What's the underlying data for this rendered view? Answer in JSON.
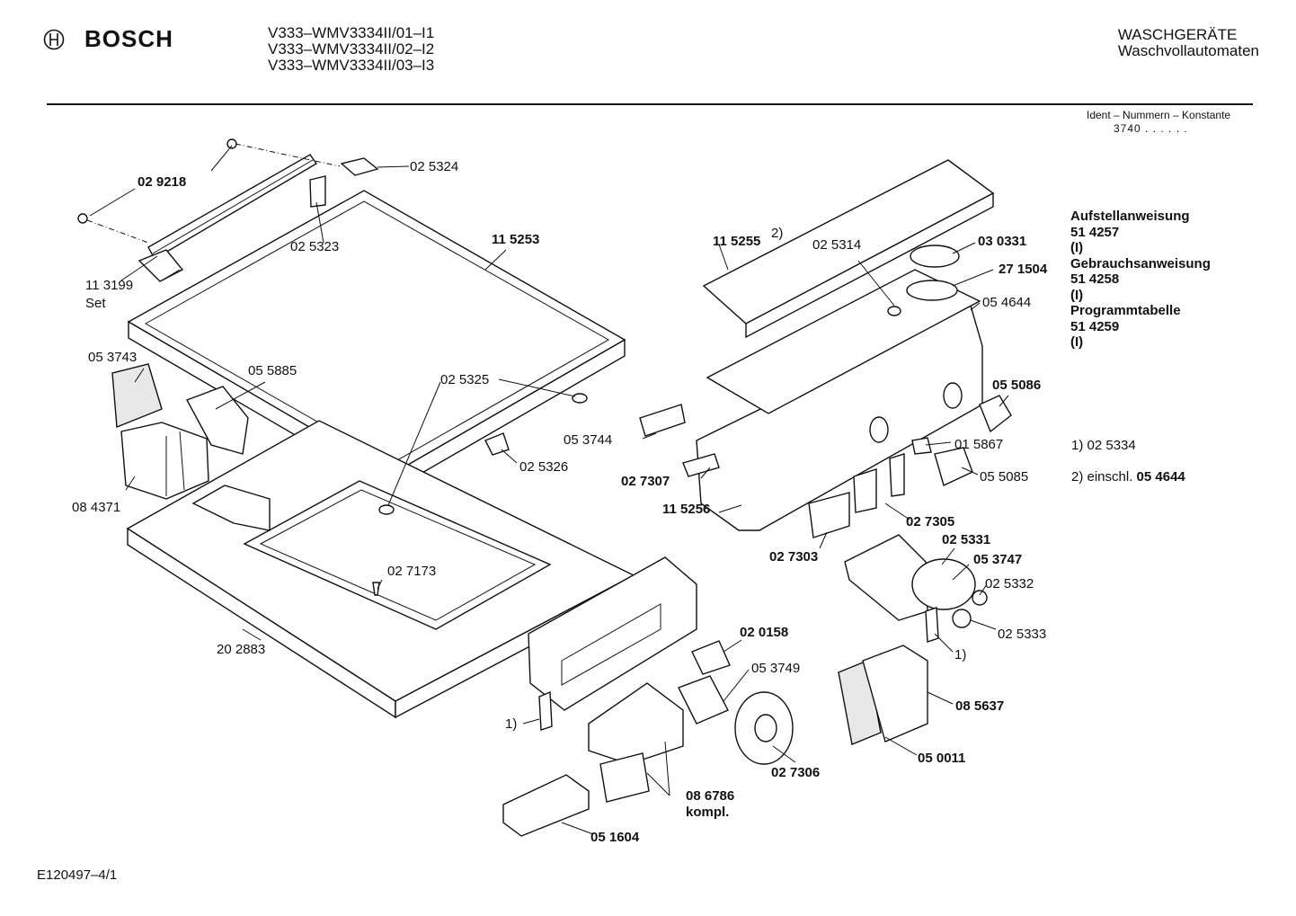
{
  "header": {
    "brand": "BOSCH",
    "models": [
      "V333–WMV3334II/01–I1",
      "V333–WMV3334II/02–I2",
      "V333–WMV3334II/03–I3"
    ],
    "category": "WASCHGERÄTE",
    "subcategory": "Waschvollautomaten",
    "ident_label": "Ident – Nummern – Konstante",
    "ident_value": "3740 . . . . . ."
  },
  "documents": [
    {
      "title": "Aufstellanweisung",
      "number": "51 4257",
      "note": "(I)"
    },
    {
      "title": "Gebrauchsanweisung",
      "number": "51 4258",
      "note": "(I)"
    },
    {
      "title": "Programmtabelle",
      "number": "51 4259",
      "note": "(I)"
    }
  ],
  "notes": [
    {
      "prefix": "1) ",
      "text": "02 5334"
    },
    {
      "prefix": "2) einschl. ",
      "text": "05 4644"
    }
  ],
  "footer": "E120497–4/1",
  "part_labels": {
    "p029218": "02 9218",
    "p025324": "02 5324",
    "p025323": "02 5323",
    "p113199": "11 3199",
    "set": "Set",
    "p115253": "11 5253",
    "p053743": "05 3743",
    "p055885": "05 5885",
    "p025325": "02 5325",
    "p025326": "02 5326",
    "p084371": "08 4371",
    "p027173": "02 7173",
    "p202883": "20 2883",
    "p115255": "11 5255",
    "p115255_note": "2)",
    "p025314": "02 5314",
    "p030331": "03 0331",
    "p271504": "27 1504",
    "p054644": "05 4644",
    "p055086": "05 5086",
    "p053744": "05 3744",
    "p015867": "01 5867",
    "p055085": "05 5085",
    "p027307": "02 7307",
    "p115256": "11 5256",
    "p027305": "02 7305",
    "p027303": "02 7303",
    "p025331": "02 5331",
    "p053747": "05 3747",
    "p025332": "02 5332",
    "p025333": "02 5333",
    "note1a": "1)",
    "note1b": "1)",
    "p020158": "02 0158",
    "p053749": "05 3749",
    "p085637": "08 5637",
    "p027306": "02 7306",
    "p050011": "05 0011",
    "p086786": "08 6786",
    "kompl": "kompl.",
    "p051604": "05 1604"
  }
}
